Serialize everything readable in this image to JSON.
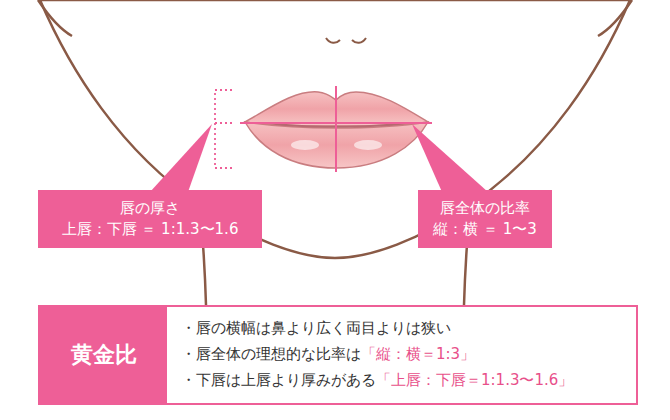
{
  "diagram": {
    "nodes": [
      {
        "text": [
          "唇の厚さ",
          "上唇：下唇 ＝ 1:1.3〜1.6"
        ]
      },
      {
        "text": [
          "唇全体の比率",
          "縦：横 ＝ 1〜3"
        ]
      },
      {
        "text": [
          "・唇の横幅は鼻より広く両目よりは狭い",
          "・唇全体の理想的な比率は「縦：横＝1:3」",
          "・下唇は上唇より厚みがある「上唇：下唇＝1:1.3〜1.6」"
        ]
      },
      {
        "text": [
          "黄金比"
        ],
        "in": 2
      }
    ]
  }
}
